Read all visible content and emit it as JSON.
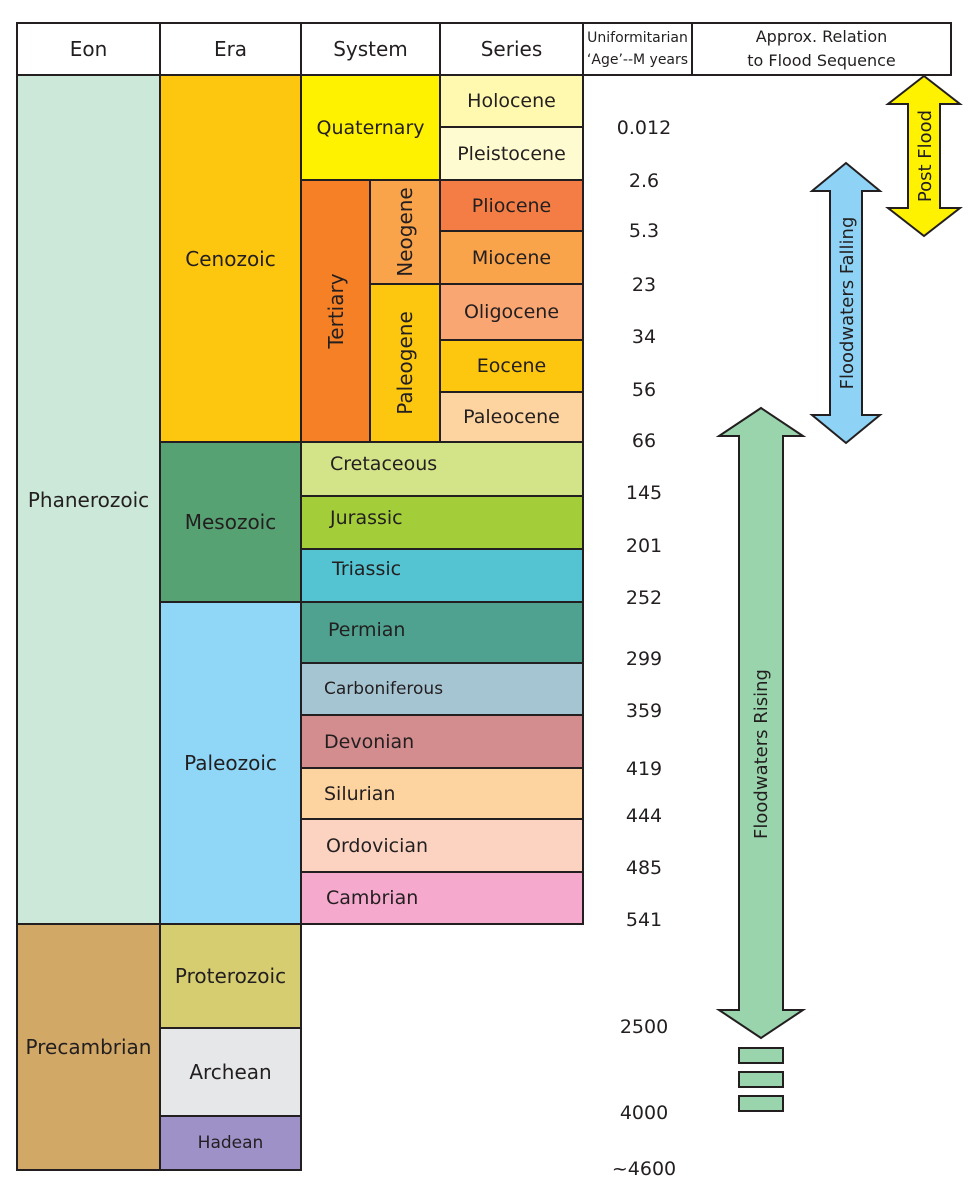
{
  "headers": {
    "eon": "Eon",
    "era": "Era",
    "system": "System",
    "series": "Series",
    "age_line1": "Uniformitarian",
    "age_line2": "‘Age’--M years",
    "relation_line1": "Approx. Relation",
    "relation_line2": "to Flood Sequence"
  },
  "eons": {
    "phanerozoic": "Phanerozoic",
    "precambrian": "Precambrian"
  },
  "eras": {
    "cenozoic": "Cenozoic",
    "mesozoic": "Mesozoic",
    "paleozoic": "Paleozoic",
    "proterozoic": "Proterozoic",
    "archean": "Archean",
    "hadean": "Hadean"
  },
  "systems": {
    "quaternary": "Quaternary",
    "tertiary": "Tertiary",
    "neogene": "Neogene",
    "paleogene": "Paleogene",
    "cretaceous": "Cretaceous",
    "jurassic": "Jurassic",
    "triassic": "Triassic",
    "permian": "Permian",
    "carboniferous": "Carboniferous",
    "devonian": "Devonian",
    "silurian": "Silurian",
    "ordovician": "Ordovician",
    "cambrian": "Cambrian"
  },
  "series": {
    "holocene": "Holocene",
    "pleistocene": "Pleistocene",
    "pliocene": "Pliocene",
    "miocene": "Miocene",
    "oligocene": "Oligocene",
    "eocene": "Eocene",
    "paleocene": "Paleocene"
  },
  "ages": [
    "0.012",
    "2.6",
    "5.3",
    "23",
    "34",
    "56",
    "66",
    "145",
    "201",
    "252",
    "299",
    "359",
    "419",
    "444",
    "485",
    "541",
    "2500",
    "4000",
    "~4600"
  ],
  "flood": {
    "post_flood": "Post Flood",
    "floodwaters_falling": "Floodwaters Falling",
    "floodwaters_rising": "Floodwaters Rising"
  },
  "colors": {
    "phanerozoic": "#cce8d8",
    "precambrian": "#d2a866",
    "cenozoic": "#fdc70f",
    "mesozoic": "#57a272",
    "paleozoic": "#8fd6f7",
    "proterozoic": "#d6cd71",
    "archean": "#e6e7e8",
    "hadean": "#9e91c8",
    "quaternary": "#fff200",
    "tertiary": "#f58025",
    "neogene": "#f9a34a",
    "paleogene": "#fdc70f",
    "holocene": "#fff9b0",
    "pleistocene": "#fffbd0",
    "pliocene": "#f37d44",
    "miocene": "#f9a34a",
    "oligocene": "#f9a673",
    "eocene": "#fdc70f",
    "paleocene": "#fdd3a0",
    "cretaceous": "#d3e388",
    "jurassic": "#a3cd39",
    "triassic": "#54c3d2",
    "permian": "#4ea28f",
    "carboniferous": "#a6c5d3",
    "devonian": "#d38d8e",
    "silurian": "#fdd3a0",
    "ordovician": "#fcd3c1",
    "cambrian": "#f5a9cc",
    "post_flood_arrow": "#fff200",
    "falling_arrow": "#8ed3f6",
    "rising_arrow": "#99d4ac"
  }
}
